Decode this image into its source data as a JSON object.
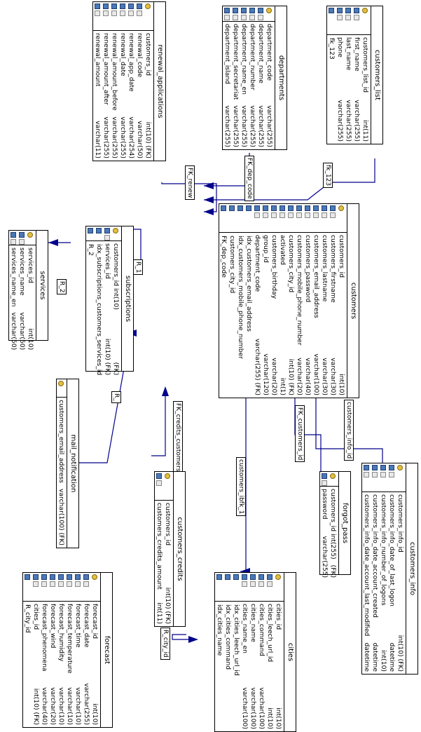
{
  "tables": {
    "customers_list": {
      "title": "customers_list",
      "rows": [
        {
          "name": "customers_list_id",
          "type": "int(11)"
        },
        {
          "name": "first_name",
          "type": "varchar(255)"
        },
        {
          "name": "last_name",
          "type": "varchar(255)"
        },
        {
          "name": "phone",
          "type": "varchar(255)"
        }
      ],
      "indexes": [
        "fk_123"
      ]
    },
    "departments": {
      "title": "departments",
      "rows": [
        {
          "name": "department_code",
          "type": "varchar(255)"
        },
        {
          "name": "department_name",
          "type": "varchar(255)"
        },
        {
          "name": "department_number",
          "type": "varchar(255)"
        },
        {
          "name": "department_name_en",
          "type": "varchar(255)"
        },
        {
          "name": "department_secretariat",
          "type": "varchar(255)"
        },
        {
          "name": "department_island",
          "type": "varchar(255)"
        }
      ],
      "indexes": []
    },
    "renewal_applications": {
      "title": "renewal_applications",
      "rows": [
        {
          "name": "customers_id",
          "type": "int(10)    (FK)"
        },
        {
          "name": "renewal_code",
          "type": "varchar(50)"
        },
        {
          "name": "renewal_app_date",
          "type": "varchar(254)"
        },
        {
          "name": "renewal_date",
          "type": "varchar(255)"
        },
        {
          "name": "renewal_amount_before",
          "type": "varchar(255)"
        },
        {
          "name": "renewal_amount_after",
          "type": "varchar(255)"
        },
        {
          "name": "renewal_amount",
          "type": "varchar(11)"
        }
      ],
      "indexes": []
    },
    "customers": {
      "title": "customers",
      "rows": [
        {
          "name": "customers_id",
          "type": "int(10)"
        },
        {
          "name": "customers_firstname",
          "type": "varchar(30)"
        },
        {
          "name": "customers_lastname",
          "type": "varchar(30)"
        },
        {
          "name": "customers_email_address",
          "type": "varchar(100)"
        },
        {
          "name": "customers_password",
          "type": "varchar(40)"
        },
        {
          "name": "customers_mobile_phone_number",
          "type": "varchar(20)"
        },
        {
          "name": "customers_city_id",
          "type": "int(10)          (FK)"
        },
        {
          "name": "activated",
          "type": "int(1)"
        },
        {
          "name": "customers_birthday",
          "type": "varchar(20)"
        },
        {
          "name": "group_id",
          "type": "varchar(120)"
        },
        {
          "name": "department_code",
          "type": "varchar(255) (FK)"
        }
      ],
      "indexes": [
        "idx_customers_email_address",
        "idx_customers_mobile_phone_number",
        "customers_city_id",
        "FK_dep_code"
      ]
    },
    "services": {
      "title": "services",
      "rows": [
        {
          "name": "services_id",
          "type": "int(10)"
        },
        {
          "name": "services_name",
          "type": "varchar(50)"
        },
        {
          "name": "services_name_en",
          "type": "varchar(50)"
        }
      ],
      "indexes": []
    },
    "subscriptions": {
      "title": "subscriptions",
      "rows": [
        {
          "name": "customers_id int(10)",
          "type": "(FK)"
        },
        {
          "name": "services_id",
          "type": "int(10) (FK)"
        }
      ],
      "indexes": [
        "idx_subscriptions_customers_services_id",
        "R_2"
      ]
    },
    "mail_notification": {
      "title": "mail_notification",
      "rows": [
        {
          "name": "customers_email_address",
          "type": "varchar(100) (FK)"
        }
      ],
      "indexes": []
    },
    "customers_credits": {
      "title": "customers_credits",
      "rows": [
        {
          "name": "customers_id",
          "type": "int(10)  (FK)"
        },
        {
          "name": "customers_credits_amount",
          "type": "int(11)"
        }
      ],
      "indexes": []
    },
    "forgot_pass": {
      "title": "forgot_pass",
      "rows": [
        {
          "name": "customers_id int(255)",
          "type": "(FK)"
        },
        {
          "name": "password",
          "type": "varchar(255)"
        }
      ],
      "indexes": []
    },
    "customers_info": {
      "title": "customers_info",
      "rows": [
        {
          "name": "customers_info_id",
          "type": "int(10)    (FK)"
        },
        {
          "name": "customers_info_date_of_last_logon",
          "type": "datetime"
        },
        {
          "name": "customers_info_number_of_logons",
          "type": "int(10)"
        },
        {
          "name": "customers_info_date_account_created",
          "type": "datetime"
        },
        {
          "name": "customers_info_date_account_last_modified",
          "type": "datetime"
        }
      ],
      "indexes": []
    },
    "forecast": {
      "title": "forecast",
      "rows": [
        {
          "name": "forecast_id",
          "type": "int(10)"
        },
        {
          "name": "forecast_date",
          "type": "varchar(255)"
        },
        {
          "name": "forecast_time",
          "type": "varchar(10)"
        },
        {
          "name": "forecast_temperature",
          "type": "varchar(10)"
        },
        {
          "name": "forecast_humidity",
          "type": "varchar(10)"
        },
        {
          "name": "forecast_wind",
          "type": "varchar(20)"
        },
        {
          "name": "forecast_phenomena",
          "type": "varchar(40)"
        },
        {
          "name": "cities_id",
          "type": "int(10)       (FK)"
        }
      ],
      "indexes": [
        "R_city_id"
      ]
    },
    "cities": {
      "title": "cities",
      "rows": [
        {
          "name": "cities_id",
          "type": "int(10)"
        },
        {
          "name": "cities_leech_url_id",
          "type": "int(10)"
        },
        {
          "name": "cities_command",
          "type": "varchar(100)"
        },
        {
          "name": "cities_name",
          "type": "varchar(100)"
        },
        {
          "name": "cities_name_en",
          "type": "varchar(100)"
        }
      ],
      "indexes": [
        "idx_cities_leech_url_id",
        "idx_cities_command",
        "idx_cities_name"
      ]
    }
  },
  "relations": {
    "fk_renew": "FK_renew",
    "fk_dep_code": "FK_dep_code",
    "fk_123": "fk_123",
    "r_1": "R_1",
    "r_2": "R_2",
    "r": "R_",
    "fk_credits_customers": "FK_credits_customers",
    "customers_ibfk_1": "customers_ibfk_1",
    "fk_customers_id": "FK_customers_id",
    "customers_info_id": "customers_info_id",
    "r_city_id": "R_city_id"
  },
  "colors": {
    "line": "#00008b",
    "border": "#000000",
    "table_icon": "#4a78b8",
    "key_icon": "#e0c040"
  }
}
